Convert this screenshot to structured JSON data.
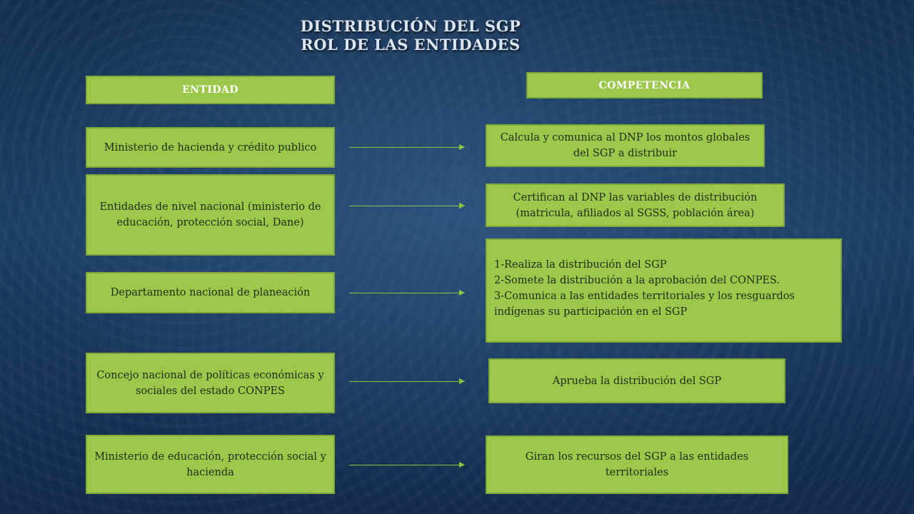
{
  "title": {
    "line1": "DISTRIBUCIÓN DEL SGP",
    "line2": "ROL DE LAS ENTIDADES"
  },
  "headers": {
    "entidad": "ENTIDAD",
    "competencia": "COMPETENCIA"
  },
  "rows": [
    {
      "entity": "Ministerio de hacienda y crédito publico",
      "competence": "Calcula y comunica al DNP los montos globales del SGP a distribuir"
    },
    {
      "entity": "Entidades de nivel nacional (ministerio de educación, protección social, Dane)",
      "competence": "Certifican al DNP las variables de distribución (matricula, afiliados al SGSS, población área)"
    },
    {
      "entity": "Departamento nacional de planeación",
      "competence_lines": [
        "1-Realiza la distribución del SGP",
        "2-Somete la distribución a la aprobación del CONPES.",
        "3-Comunica a las entidades territoriales y los resguardos indígenas su participación en el SGP"
      ]
    },
    {
      "entity": "Concejo nacional de políticas económicas y sociales del estado CONPES",
      "competence": "Aprueba la distribución del SGP"
    },
    {
      "entity": "Ministerio de educación, protección social y hacienda",
      "competence": "Giran los recursos del SGP a las entidades territoriales"
    }
  ],
  "colors": {
    "box_fill": "#9bc84a",
    "box_border": "#7ea63a",
    "arrow": "#8cc63f",
    "title_text": "#dce6f2",
    "background": "#1c3d63"
  }
}
